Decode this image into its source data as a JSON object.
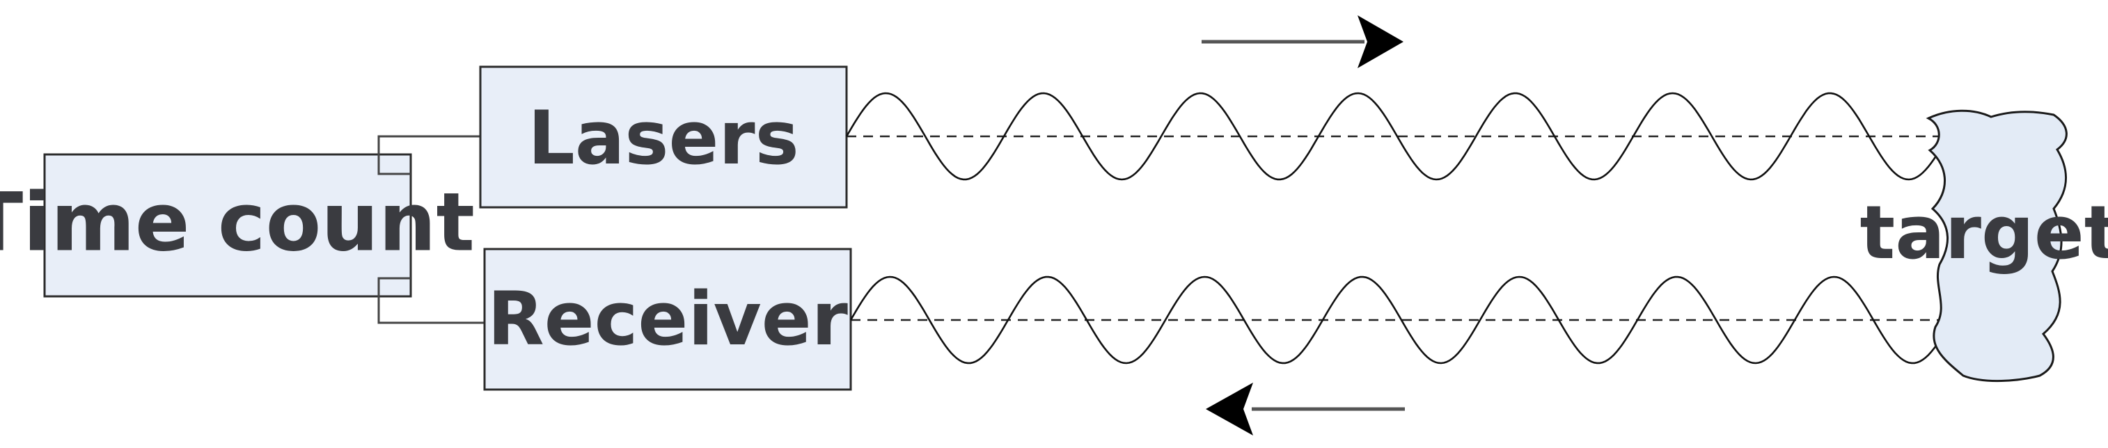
{
  "labels": {
    "time_count": "Time count",
    "lasers": "Lasers",
    "receiver": "Receiver",
    "target": "target"
  },
  "colors": {
    "box_fill": "#e8eef8",
    "target_fill": "#e3ebf6",
    "text": "#3a3b40"
  }
}
